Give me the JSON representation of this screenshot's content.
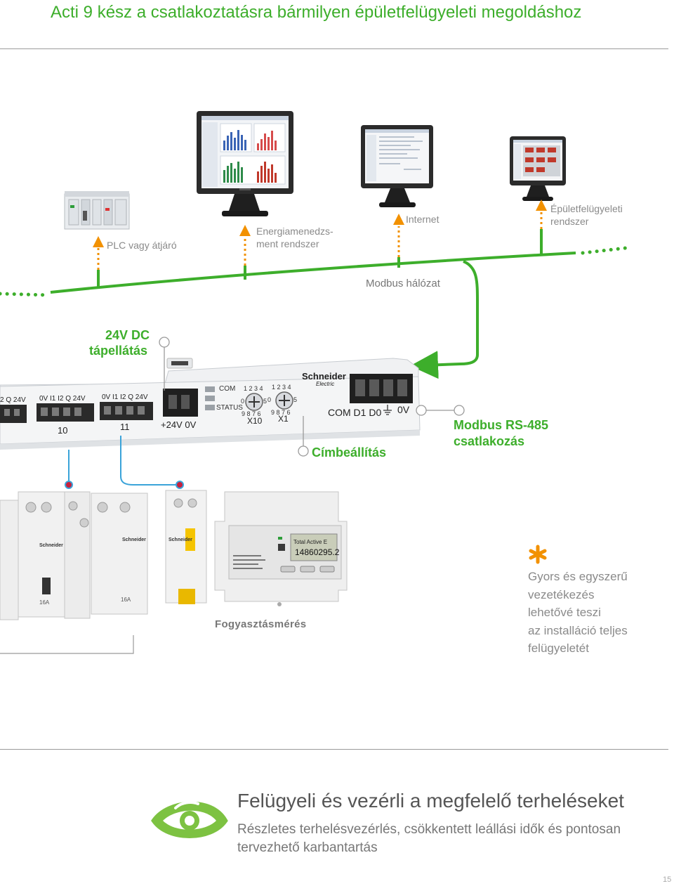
{
  "header": {
    "title": "Acti 9 kész a csatlakoztatásra bármilyen épületfelügyeleti megoldáshoz"
  },
  "network": {
    "plc_label": "PLC vagy átjáró",
    "ems_label_1": "Energiamenedzs-",
    "ems_label_2": "ment rendszer",
    "internet_label": "Internet",
    "bms_label_1": "Épületfelügyeleti",
    "bms_label_2": "rendszer",
    "modbus_label": "Modbus hálózat",
    "screen_reading": "Total Active E",
    "screen_value": "14860295.2"
  },
  "device": {
    "power_label_1": "24V DC",
    "power_label_2": "tápellátás",
    "brand": "Schneider",
    "brand_sub": "Electric",
    "led_com": "COM",
    "led_status": "STATUS",
    "terminal_power": "+24V 0V",
    "dial_x10": "X10",
    "dial_x1": "X1",
    "terminal_modbus": "COM D1 D0",
    "terminal_0v": "0V",
    "block_10_label": "10",
    "block_11_label": "11",
    "block_pins": "0V  I1  I2  Q  24V",
    "block_pins_partial": "2  Q  24V",
    "address_label": "Címbeállítás",
    "modbus_conn_1": "Modbus RS-485",
    "modbus_conn_2": "csatlakozás"
  },
  "meter": {
    "label": "Fogyasztásmérés",
    "reading_title": "Total Active E",
    "reading_value": "14860295.2"
  },
  "note": {
    "line1": "Gyors és egyszerű",
    "line2": "vezetékezés",
    "line3": "lehetővé teszi",
    "line4": "az installáció teljes",
    "line5": "felügyeletét"
  },
  "footer": {
    "headline": "Felügyeli és vezérli a megfelelő terheléseket",
    "sub_line1": "Részletes terhelésvezérlés, csökkentett leállási idők és pontosan",
    "sub_line2": "tervezhető karbantartás",
    "page_number": "15"
  },
  "colors": {
    "green": "#3dae2b",
    "orange": "#f29100",
    "blue": "#3aa3d9",
    "gray": "#9a9a9a"
  }
}
